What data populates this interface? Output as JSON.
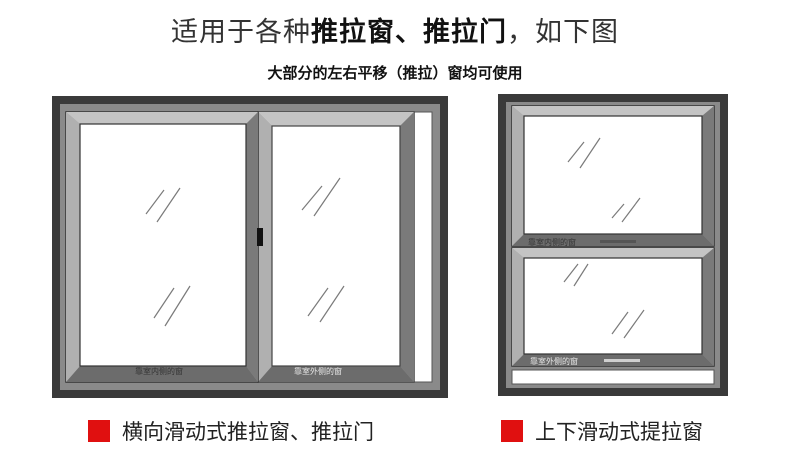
{
  "header": {
    "title_part1": "适用于各种",
    "title_bold1": "推拉窗、推拉门",
    "title_part2": "，如下图",
    "subtitle": "大部分的左右平移（推拉）窗均可使用"
  },
  "window_labels": {
    "indoor_side": "靠室内侧的窗",
    "outdoor_side": "靠室外侧的窗"
  },
  "legend": {
    "left_label": "横向滑动式推拉窗、推拉门",
    "right_label": "上下滑动式提拉窗",
    "marker_color": "#e01010"
  },
  "colors": {
    "frame_dark": "#3a3a3a",
    "frame_gray": "#8a8a8a",
    "frame_light": "#b4b4b4",
    "glass": "#ffffff"
  }
}
